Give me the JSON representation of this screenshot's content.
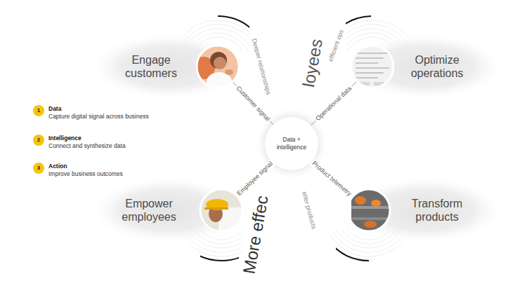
{
  "diagram": {
    "nodes": [
      {
        "text": [
          "Engage customers"
        ]
      },
      {
        "text": [
          "Optimize operations"
        ]
      },
      {
        "text": [
          "Data + intelligence"
        ]
      },
      {
        "text": [
          "Empower employees"
        ]
      },
      {
        "text": [
          "Transform products"
        ]
      },
      {
        "text": [
          "1",
          "Data",
          "Capture digital signal across business"
        ]
      },
      {
        "text": [
          "2",
          "Intelligence",
          "Connect and synthesize data"
        ]
      },
      {
        "text": [
          "3",
          "Action",
          "Improve business outcomes"
        ]
      }
    ],
    "edges": [
      {
        "from": 0,
        "to": 2,
        "arrow": "none",
        "label": "Customer signal"
      },
      {
        "from": 1,
        "to": 2,
        "arrow": "none",
        "label": "Operational data"
      },
      {
        "from": 3,
        "to": 2,
        "arrow": "none",
        "label": "Employee signal"
      },
      {
        "from": 4,
        "to": 2,
        "arrow": "none",
        "label": "Product telemetry"
      }
    ],
    "labels": [
      "Deeper relationships",
      "loyees",
      "efficient ops",
      "More effec",
      "etter products"
    ]
  }
}
